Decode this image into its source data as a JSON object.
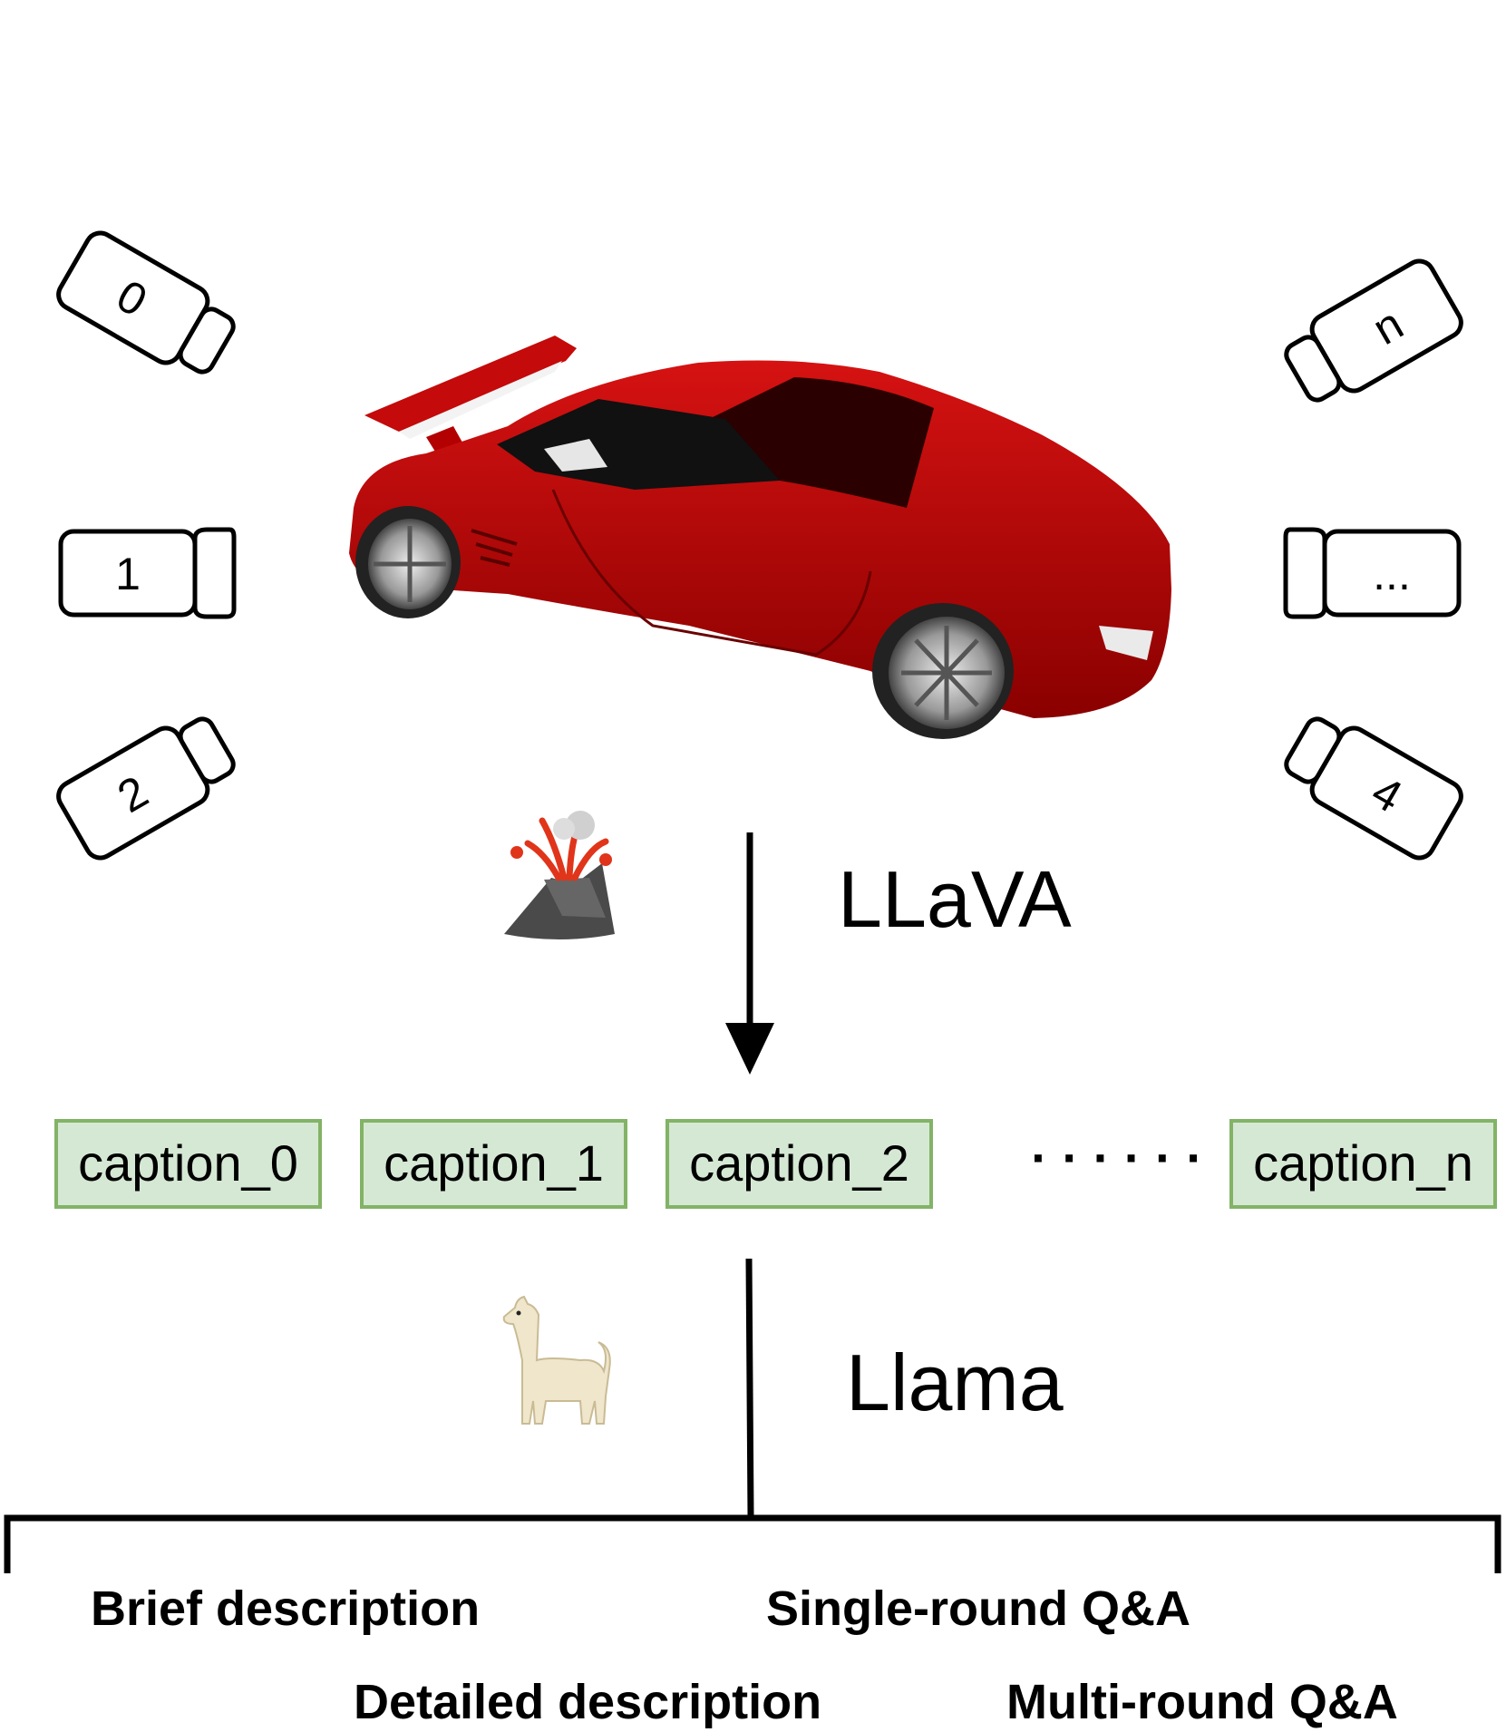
{
  "cameras": [
    {
      "label": "0",
      "icon": "video-camera-icon"
    },
    {
      "label": "1",
      "icon": "video-camera-icon"
    },
    {
      "label": "2",
      "icon": "video-camera-icon"
    },
    {
      "label": "n",
      "icon": "video-camera-icon"
    },
    {
      "label": "...",
      "icon": "video-camera-icon"
    },
    {
      "label": "4",
      "icon": "video-camera-icon"
    }
  ],
  "models": {
    "captioner": {
      "label": "LLaVA",
      "icon": "volcano-icon"
    },
    "generator": {
      "label": "Llama",
      "icon": "llama-icon"
    }
  },
  "captions": [
    "caption_0",
    "caption_1",
    "caption_2",
    "caption_n"
  ],
  "ellipsis": "· · · · · ·",
  "outputs": [
    "Brief description",
    "Single-round Q&A",
    "Detailed description",
    "Multi-round Q&A"
  ],
  "colors": {
    "caption_fill": "#d5e8d4",
    "caption_border": "#82b366",
    "car_body": "#b30000"
  }
}
